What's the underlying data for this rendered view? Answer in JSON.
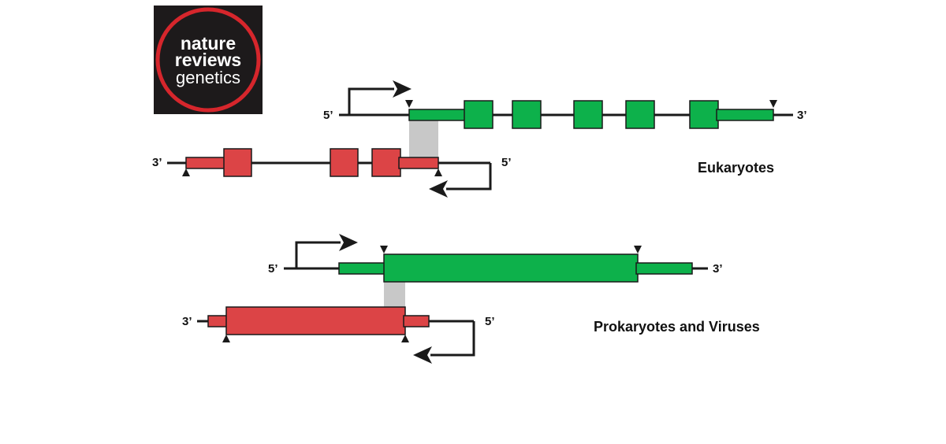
{
  "logo": {
    "line1": "nature",
    "line2": "reviews",
    "line3": "genetics",
    "background_color": "#1d1a1b",
    "ring_color": "#d6262c"
  },
  "labels": {
    "five_prime": "5’",
    "three_prime": "3’"
  },
  "sections": {
    "eukaryotes": "Eukaryotes",
    "prokaryotes": "Prokaryotes and Viruses"
  },
  "colors": {
    "sense_gene": "#0db14b",
    "antisense_gene": "#dc4446",
    "overlap_region": "#c8c8c8",
    "strand": "#1a1a1a"
  }
}
